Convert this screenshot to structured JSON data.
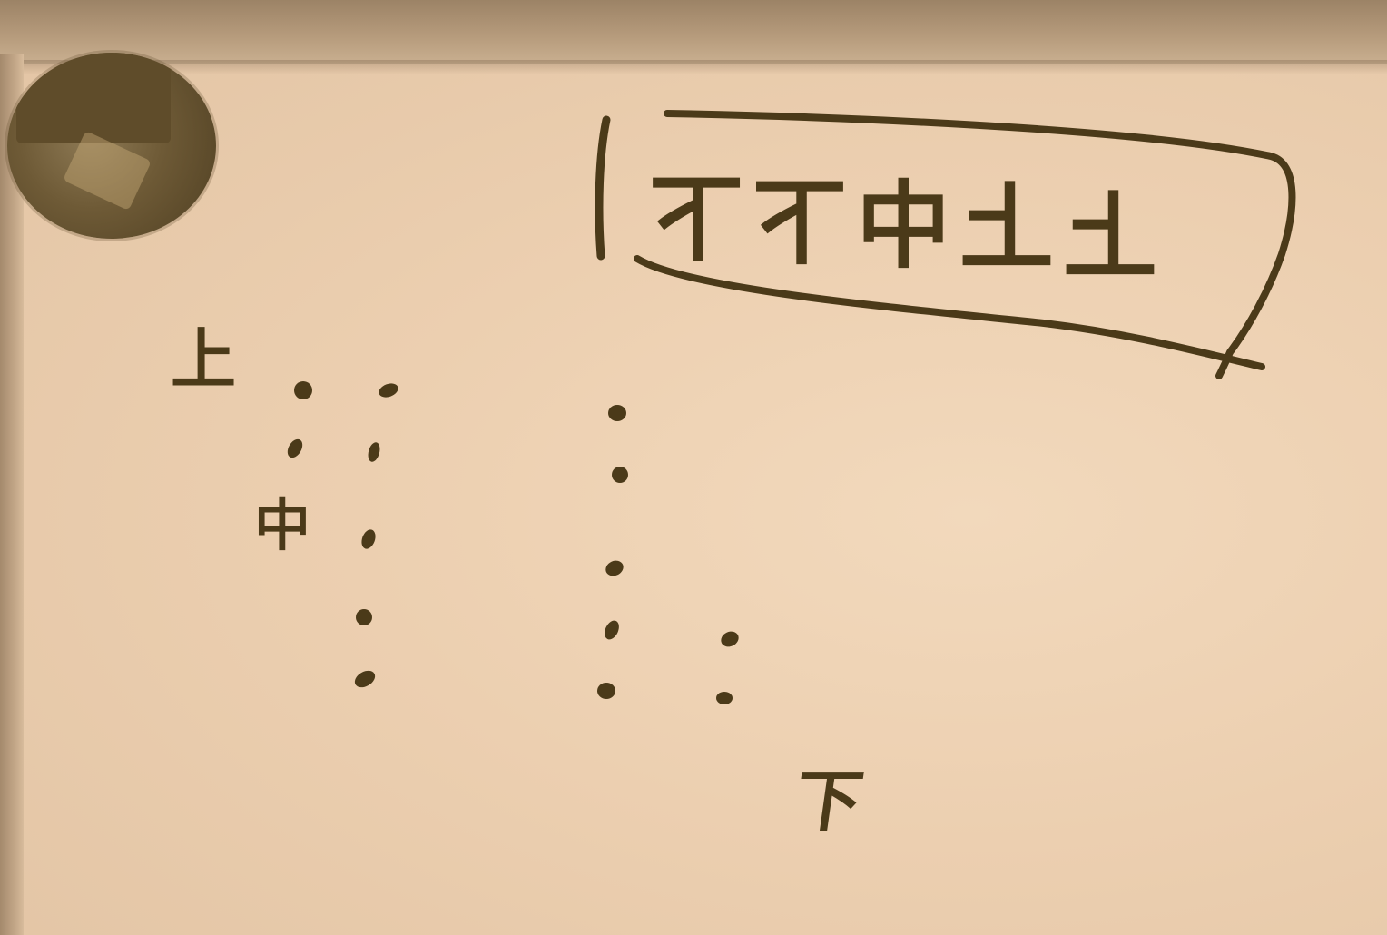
{
  "board": {
    "boxed_characters": [
      "上",
      "上",
      "中",
      "下",
      "下"
    ],
    "left_label_top": "上",
    "left_label_middle": "中",
    "bottom_label": "下"
  },
  "colors": {
    "ink": "#4b3a19",
    "board": "#ecd0b1",
    "frame": "#a88d6f",
    "magnet": "#5f4c2a"
  }
}
